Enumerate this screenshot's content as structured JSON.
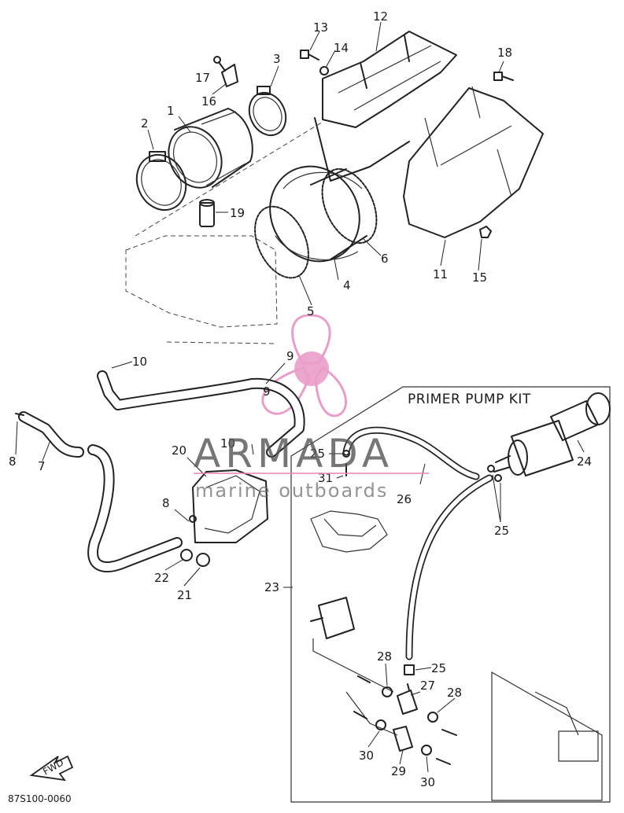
{
  "diagram": {
    "kit_title": "PRIMER PUMP KIT",
    "diagram_code": "87S100-0060",
    "direction_label": "FWD",
    "callouts": [
      "1",
      "2",
      "3",
      "4",
      "5",
      "6",
      "7",
      "8",
      "8",
      "9",
      "9",
      "10",
      "10",
      "11",
      "12",
      "13",
      "14",
      "15",
      "16",
      "17",
      "18",
      "19",
      "20",
      "21",
      "22",
      "23",
      "24",
      "25",
      "25",
      "25",
      "25",
      "26",
      "27",
      "28",
      "28",
      "29",
      "30",
      "30",
      "31"
    ]
  },
  "watermark": {
    "brand": "ARMADA",
    "tagline": "marine outboards",
    "brand_color": "#e6007e",
    "text_color": "#555555"
  }
}
